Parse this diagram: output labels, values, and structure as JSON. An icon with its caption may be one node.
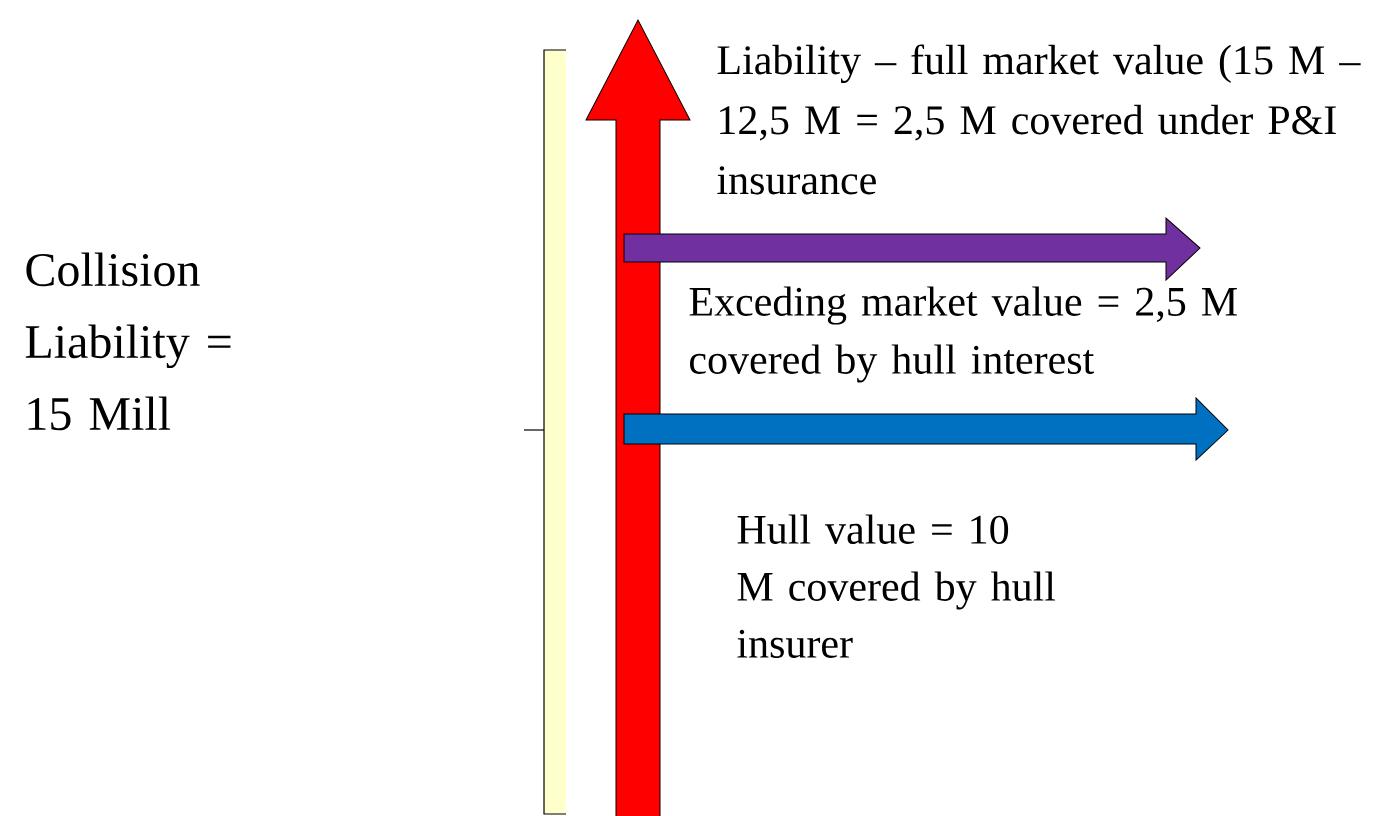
{
  "diagram": {
    "labels": [
      "Collision Liability = 15 Mill",
      "Liability – full market value (15 M – 12,5 M = 2,5 M covered under P&I insurance",
      "Exceding market value = 2,5 M covered by hull interest",
      "Hull value = 10 M covered by hull insurer"
    ]
  }
}
